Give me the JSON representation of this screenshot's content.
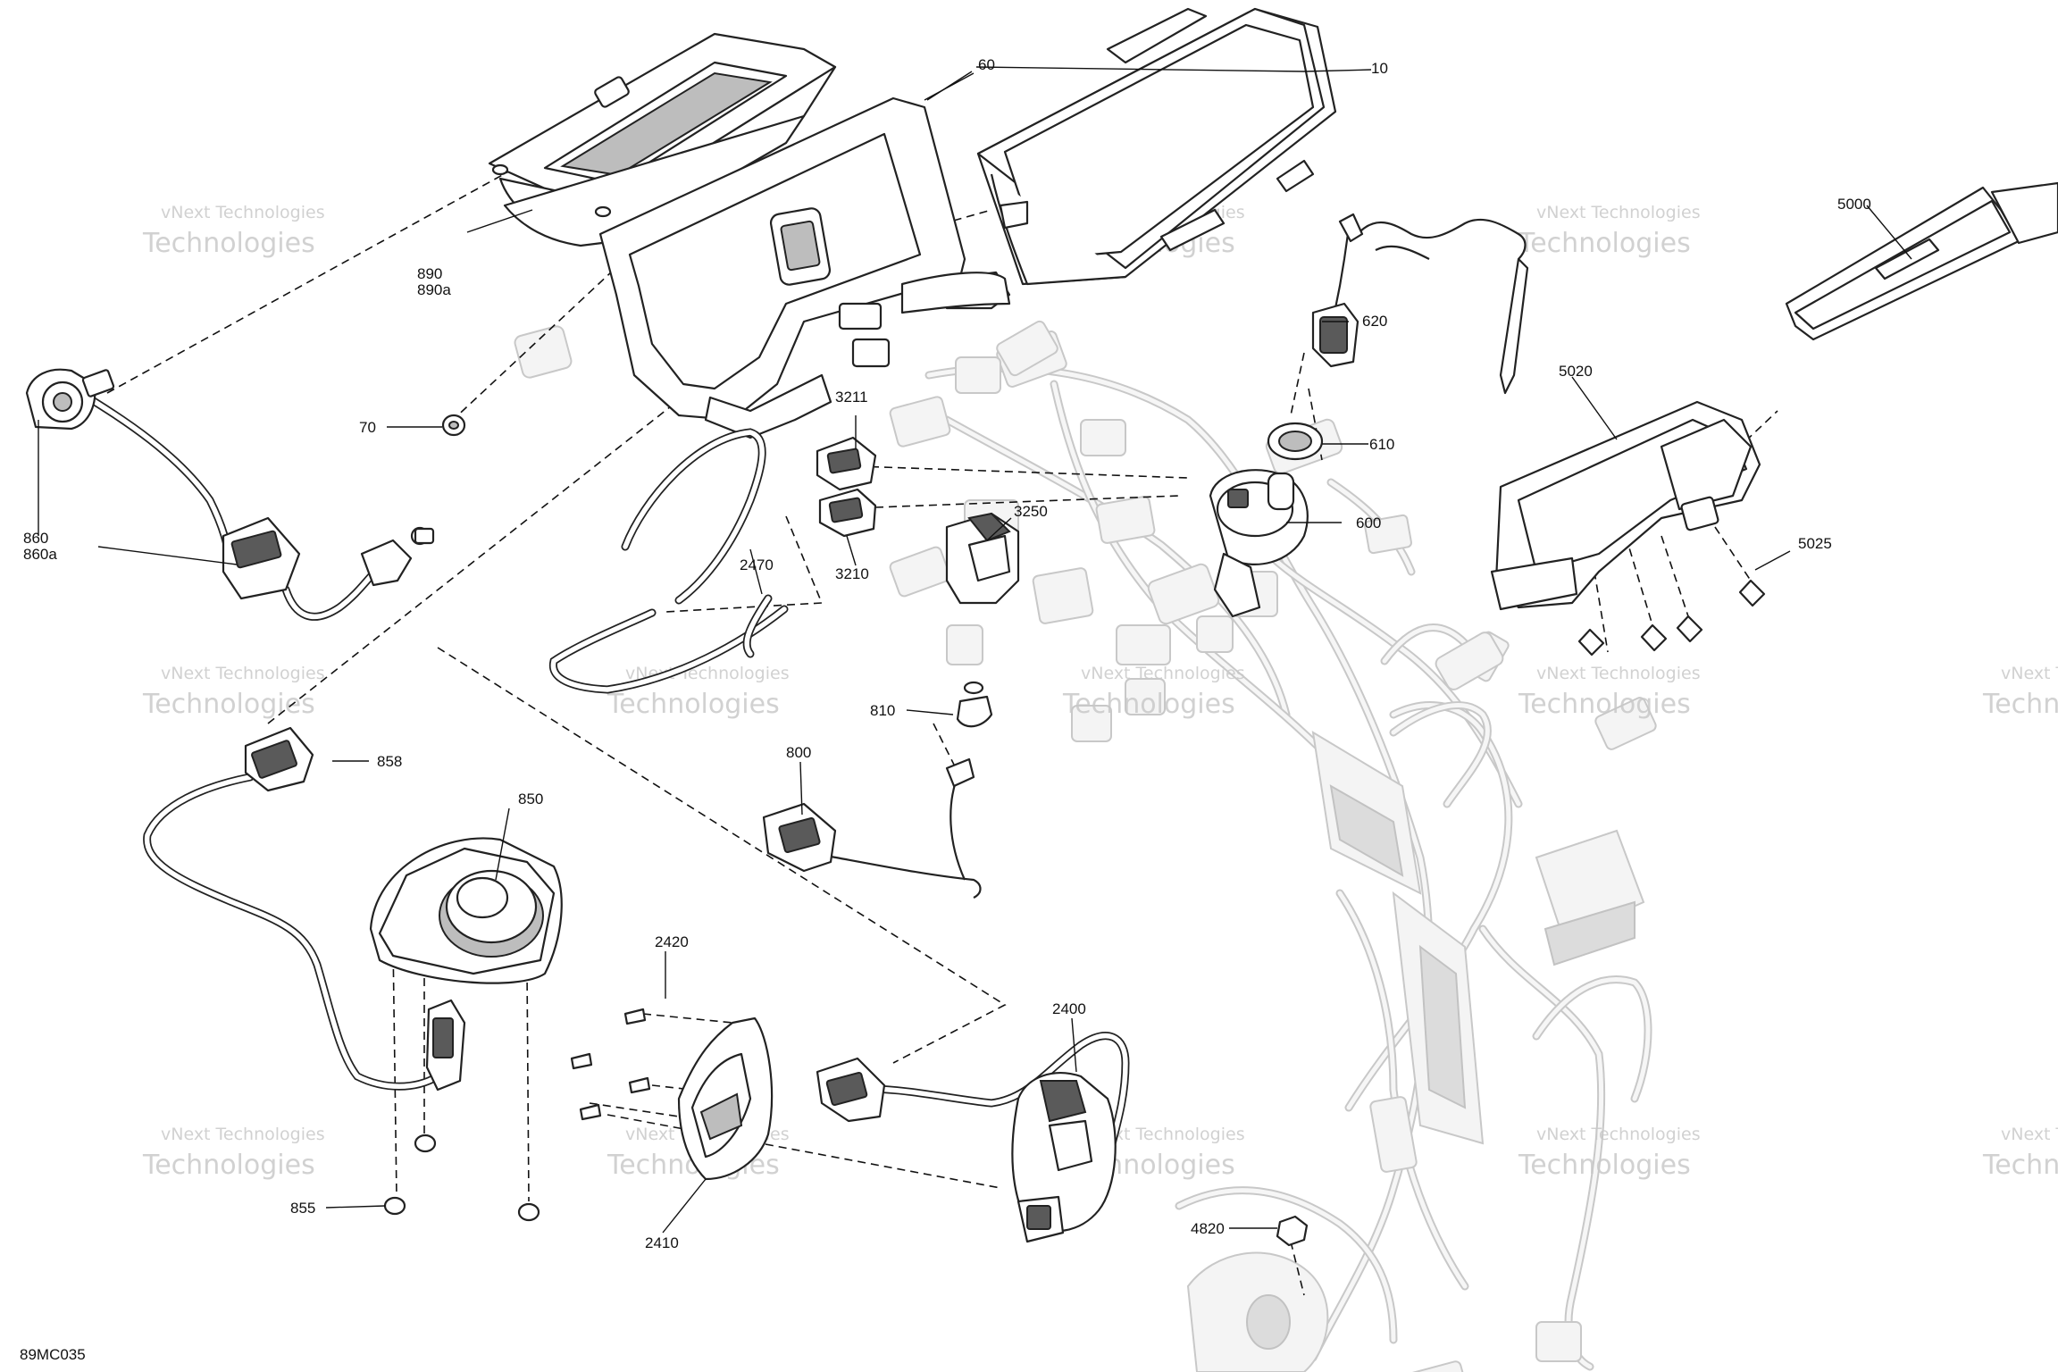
{
  "diagram_code": "89MC035",
  "watermark": {
    "line1": "vNext Technologies",
    "line2": "Technologies"
  },
  "callouts": [
    {
      "id": "c10",
      "text": "10"
    },
    {
      "id": "c60",
      "text": "60"
    },
    {
      "id": "c70",
      "text": "70"
    },
    {
      "id": "c800",
      "text": "800"
    },
    {
      "id": "c810",
      "text": "810"
    },
    {
      "id": "c850",
      "text": "850"
    },
    {
      "id": "c855",
      "text": "855"
    },
    {
      "id": "c858",
      "text": "858"
    },
    {
      "id": "c860",
      "text": "860"
    },
    {
      "id": "c860a",
      "text": "860a"
    },
    {
      "id": "c890",
      "text": "890"
    },
    {
      "id": "c890a",
      "text": "890a"
    },
    {
      "id": "c600",
      "text": "600"
    },
    {
      "id": "c610",
      "text": "610"
    },
    {
      "id": "c620",
      "text": "620"
    },
    {
      "id": "c2400",
      "text": "2400"
    },
    {
      "id": "c2410",
      "text": "2410"
    },
    {
      "id": "c2420",
      "text": "2420"
    },
    {
      "id": "c2470",
      "text": "2470"
    },
    {
      "id": "c3210",
      "text": "3210"
    },
    {
      "id": "c3211",
      "text": "3211"
    },
    {
      "id": "c3250",
      "text": "3250"
    },
    {
      "id": "c4820",
      "text": "4820"
    },
    {
      "id": "c5000",
      "text": "5000"
    },
    {
      "id": "c5020",
      "text": "5020"
    },
    {
      "id": "c5025",
      "text": "5025"
    }
  ]
}
